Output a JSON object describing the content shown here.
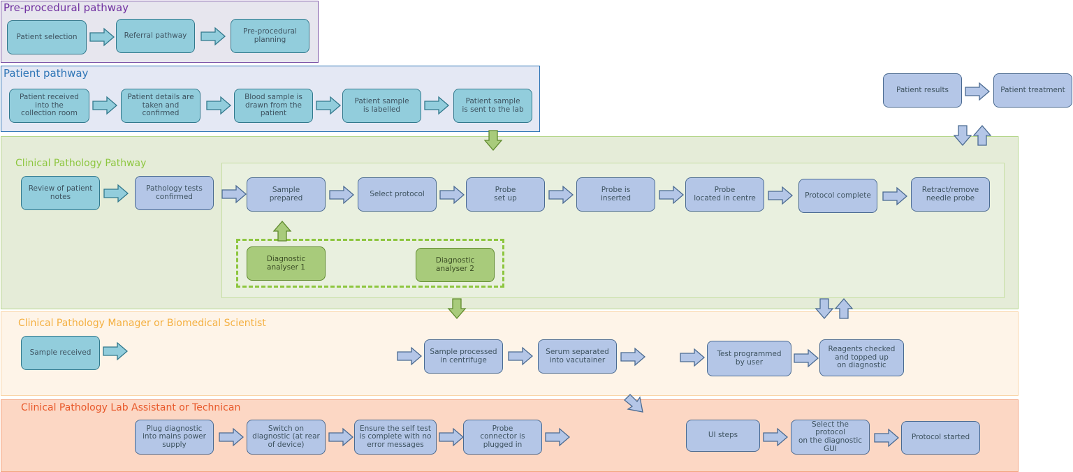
{
  "lanes": {
    "pre": {
      "title": "Pre-procedural pathway",
      "color": "#7030a0"
    },
    "patient": {
      "title": "Patient pathway",
      "color": "#2e75b6"
    },
    "clinical": {
      "title": "Clinical Pathology Pathway",
      "color": "#8dc63f"
    },
    "manager": {
      "title": "Clinical Pathology Manager or Biomedical Scientist",
      "color": "#f4b042"
    },
    "assistant": {
      "title": "Clinical Pathology Lab Assistant or Technican",
      "color": "#e8582a"
    }
  },
  "boxes": {
    "patient_selection": "Patient selection",
    "referral_pathway": "Referral pathway",
    "preprocedural_planning": "Pre-procedural\nplanning",
    "patient_received": "Patient received\ninto the\ncollection room",
    "details_confirmed": "Patient details are\ntaken and confirmed",
    "blood_drawn": "Blood sample is\ndrawn from the\npatient",
    "sample_labelled": "Patient sample\nis labelled",
    "sent_to_lab": "Patient sample\nis sent to the lab",
    "patient_results": "Patient results",
    "patient_treatment": "Patient treatment",
    "review_notes": "Review of patient\nnotes",
    "tests_confirmed": "Pathology tests\nconfirmed",
    "sample_prepared": "Sample\nprepared",
    "select_protocol": "Select protocol",
    "probe_setup": "Probe\nset up",
    "probe_inserted": "Probe is\ninserted",
    "probe_located": "Probe\nlocated in centre",
    "protocol_complete": "Protocol complete",
    "retract_probe": "Retract/remove\nneedle probe",
    "analyser_1": "Diagnostic analyser 1",
    "analyser_2": "Diagnostic analyser 2",
    "sample_received": "Sample received",
    "centrifuge": "Sample processed\nin centrifuge",
    "serum_separated": "Serum separated\ninto vacutainer",
    "test_programmed": "Test programmed\nby user",
    "reagents_checked": "Reagents checked\nand topped up\non diagnostic",
    "plug_in": "Plug diagnostic\ninto mains power\nsupply",
    "switch_on": "Switch on\ndiagnostic (at rear\nof device)",
    "self_test": "Ensure the self test\nis complete with no\nerror messages",
    "probe_connector": "Probe\nconnector is\nplugged in",
    "ui_steps": "UI steps",
    "select_gui": "Select the protocol\non the diagnostic\nGUI",
    "protocol_started": "Protocol started"
  },
  "colors": {
    "teal_fill": "#92cddc",
    "blue_fill": "#b4c6e7",
    "green_fill": "#a8cb7b",
    "arrow_blue": "#b4c6e7",
    "arrow_teal": "#92cddc",
    "arrow_green": "#a8cb7b"
  }
}
